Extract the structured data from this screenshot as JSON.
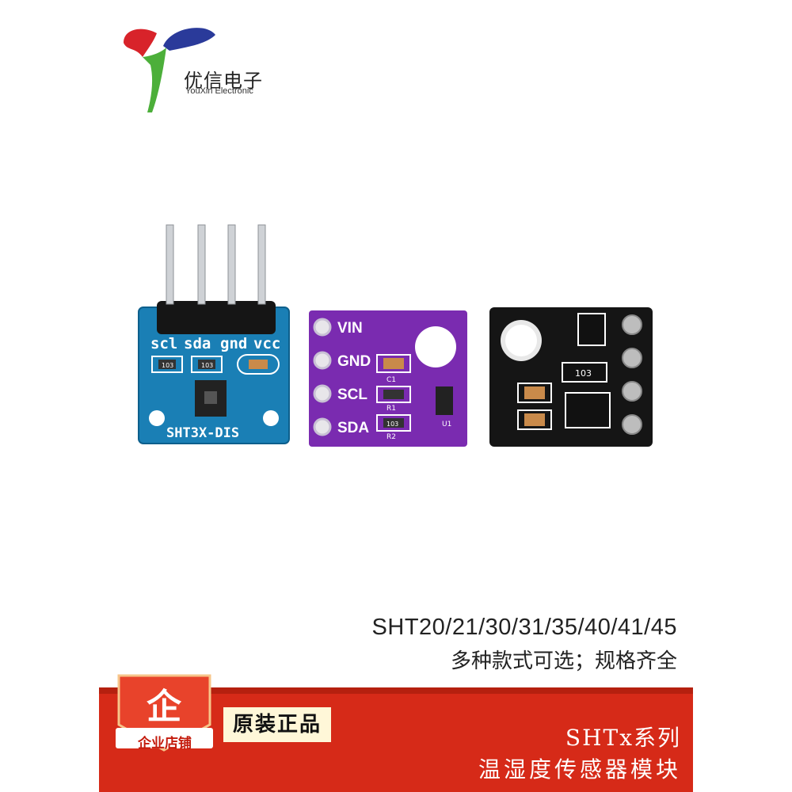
{
  "brand": {
    "name_cn": "优信电子",
    "name_en": "YouXin Electronic",
    "colors": {
      "red": "#d8232a",
      "blue": "#2a3a9a",
      "green": "#4caf3a"
    }
  },
  "modules": [
    {
      "name": "blue-module",
      "color": "#1a7fb5",
      "pins": [
        "scl",
        "sda",
        "gnd",
        "vcc"
      ],
      "component_labels": [
        "103",
        "103"
      ],
      "label": "SHT3X-DIS"
    },
    {
      "name": "purple-module",
      "color": "#7a2bb0",
      "pins": [
        "VIN",
        "GND",
        "SCL",
        "SDA"
      ],
      "component_labels": [
        "C1",
        "R1",
        "R2",
        "U1",
        "103"
      ]
    },
    {
      "name": "black-module",
      "color": "#151515",
      "component_labels": [
        "103"
      ]
    }
  ],
  "captions": {
    "models": "SHT20/21/30/31/35/40/41/45",
    "options": "多种款式可选；规格齐全"
  },
  "banner": {
    "badge_glyph": "企",
    "badge_text": "企业店铺",
    "genuine": "原装正品",
    "series_title": "SHTx系列",
    "series_sub": "温湿度传感器模块",
    "colors": {
      "banner": "#d62a18",
      "badge": "#e8432b",
      "genuine_bg": "#fff7d8"
    }
  }
}
